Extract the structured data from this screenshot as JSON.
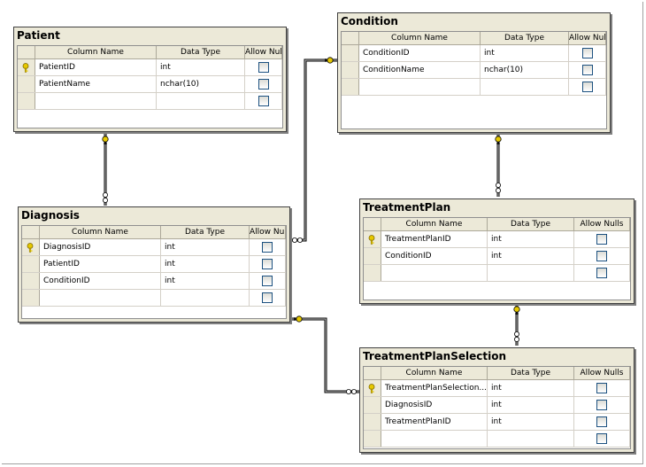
{
  "headers": {
    "col_name": "Column Name",
    "data_type": "Data Type",
    "allow_nulls": "Allow Nulls"
  },
  "tables": {
    "patient": {
      "title": "Patient",
      "rows": [
        {
          "name": "PatientID",
          "type": "int",
          "key": true
        },
        {
          "name": "PatientName",
          "type": "nchar(10)",
          "key": false
        },
        {
          "name": "",
          "type": "",
          "key": false
        }
      ]
    },
    "condition": {
      "title": "Condition",
      "rows": [
        {
          "name": "ConditionID",
          "type": "int",
          "key": false
        },
        {
          "name": "ConditionName",
          "type": "nchar(10)",
          "key": false
        },
        {
          "name": "",
          "type": "",
          "key": false
        }
      ]
    },
    "diagnosis": {
      "title": "Diagnosis",
      "rows": [
        {
          "name": "DiagnosisID",
          "type": "int",
          "key": true
        },
        {
          "name": "PatientID",
          "type": "int",
          "key": false
        },
        {
          "name": "ConditionID",
          "type": "int",
          "key": false
        },
        {
          "name": "",
          "type": "",
          "key": false
        }
      ]
    },
    "treatment_plan": {
      "title": "TreatmentPlan",
      "rows": [
        {
          "name": "TreatmentPlanID",
          "type": "int",
          "key": true
        },
        {
          "name": "ConditionID",
          "type": "int",
          "key": false
        },
        {
          "name": "",
          "type": "",
          "key": false
        }
      ]
    },
    "treatment_plan_selection": {
      "title": "TreatmentPlanSelection",
      "rows": [
        {
          "name": "TreatmentPlanSelection...",
          "type": "int",
          "key": true
        },
        {
          "name": "DiagnosisID",
          "type": "int",
          "key": false
        },
        {
          "name": "TreatmentPlanID",
          "type": "int",
          "key": false
        },
        {
          "name": "",
          "type": "",
          "key": false
        }
      ]
    }
  },
  "colors": {
    "key_icon": "#e6c800",
    "connector": "#000000",
    "panel": "#ece9d8"
  }
}
